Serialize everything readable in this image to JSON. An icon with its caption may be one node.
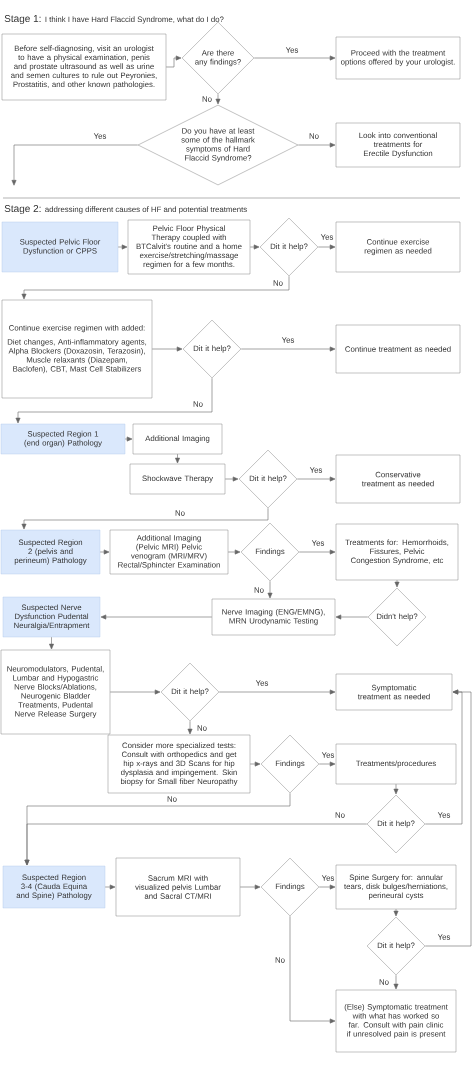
{
  "diagram": {
    "nodes": [
      {
        "text": [
          "Before self-diagnosing, visit an urologist to have a physical examination, penis and prostate ultrasound as well as urine and semen cultures to rule out Peyronies, Prostatitis, and other known pathologies."
        ]
      },
      {
        "text": [
          "Are there any findings?"
        ]
      },
      {
        "text": [
          "Proceed with the treatment options offered by your urologist."
        ]
      },
      {
        "text": [
          "Do you have at least some of the hallmark symptoms of Hard Flaccid Syndrome?"
        ]
      },
      {
        "text": [
          "Look into conventional treatments for Erectile Dysfunction"
        ]
      },
      {
        "text": [
          "Suspected Pelvic Floor Dysfunction or CPPS"
        ]
      },
      {
        "text": [
          "Pelvic Floor Physical Therapy coupled with BTCalvit's routine and a home exercise/stretching/massage regimen for a few months."
        ]
      },
      {
        "text": [
          "Dit it help?"
        ]
      },
      {
        "text": [
          "Continue exercise regimen as needed"
        ]
      },
      {
        "text": [
          "Continue exercise regimen with added:",
          "Diet changes, Anti-inflammatory agents, Alpha Blockers (Doxazosin, Terazosin), Muscle relaxants (Diazepam, Baclofen), CBT, Mast Cell Stabilizers"
        ]
      },
      {
        "text": [
          "Dit it help?"
        ]
      },
      {
        "text": [
          "Continue treatment as needed"
        ]
      },
      {
        "text": [
          "Suspected Region 1 (end organ) Pathology"
        ]
      },
      {
        "text": [
          "Additional Imaging"
        ]
      },
      {
        "text": [
          "Shockwave Therapy"
        ]
      },
      {
        "text": [
          "Dit it help?"
        ]
      },
      {
        "text": [
          "Conservative treatment as needed"
        ]
      },
      {
        "text": [
          "Suspected Region 2 (pelvis and perineum) Pathology"
        ]
      },
      {
        "text": [
          "Additional Imaging (Pelvic MRI) Pelvic venogram (MRI/MRV) Rectal/Sphincter Examination"
        ]
      },
      {
        "text": [
          "Findings"
        ]
      },
      {
        "text": [
          "Treatments for: Hemorrhoids, Fissures, Pelvic Congestion Syndrome, etc"
        ]
      },
      {
        "text": [
          "Didn't help?"
        ]
      },
      {
        "text": [
          "Nerve Imaging (ENG/EMNG), MRN Urodynamic Testing"
        ]
      },
      {
        "text": [
          "Suspected Nerve Dysfunction Pudental Neuralgia/Entrapment"
        ]
      },
      {
        "text": [
          "Neuromodulators, Pudental, Lumbar and Hypogastric Nerve Blocks/Ablations, Neurogenic Bladder Treatments, Pudental Nerve Release Surgery"
        ]
      },
      {
        "text": [
          "Dit it help?"
        ]
      },
      {
        "text": [
          "Symptomatic treatment as needed"
        ]
      },
      {
        "text": [
          "Consider more specialized tests: Consult with orthopedics and get hip x-rays and 3D Scans for hip dysplasia and impingement. Skin biopsy for Small fiber Neuropathy"
        ]
      },
      {
        "text": [
          "Findings"
        ]
      },
      {
        "text": [
          "Treatments/procedures"
        ]
      },
      {
        "text": [
          "Dit it help?"
        ]
      },
      {
        "text": [
          "Suspected Region 3-4 (Cauda Equina and Spine) Pathology"
        ]
      },
      {
        "text": [
          "Sacrum MRI with visualized pelvis Lumbar and Sacral CT/MRI"
        ]
      },
      {
        "text": [
          "Findings"
        ]
      },
      {
        "text": [
          "Spine Surgery for: annular tears, disk bulges/herniations, perineural cysts"
        ]
      },
      {
        "text": [
          "Dit it help?"
        ]
      },
      {
        "text": [
          "(Else) Symptomatic treatment with what has worked so far. Consult with pain clinic if unresolved pain is present"
        ]
      }
    ],
    "edges": [
      {
        "from": 0,
        "to": 1,
        "arrow": "to"
      },
      {
        "from": 1,
        "to": 2,
        "arrow": "to",
        "label": "Yes"
      },
      {
        "from": 1,
        "to": 3,
        "arrow": "to",
        "label": "No"
      },
      {
        "from": 3,
        "to": 4,
        "arrow": "to",
        "label": "No"
      },
      {
        "from": 3,
        "to": null,
        "arrow": "to",
        "label": "Yes"
      },
      {
        "from": 5,
        "to": 6,
        "arrow": "to"
      },
      {
        "from": 6,
        "to": 7,
        "arrow": "to"
      },
      {
        "from": 7,
        "to": 8,
        "arrow": "to",
        "label": "Yes"
      },
      {
        "from": 7,
        "to": 9,
        "arrow": "to",
        "label": "No"
      },
      {
        "from": 9,
        "to": 10,
        "arrow": "to"
      },
      {
        "from": 10,
        "to": 11,
        "arrow": "to",
        "label": "Yes"
      },
      {
        "from": 10,
        "to": 12,
        "arrow": "to",
        "label": "No"
      },
      {
        "from": 12,
        "to": 13,
        "arrow": "to"
      },
      {
        "from": 13,
        "to": 14,
        "arrow": "to"
      },
      {
        "from": 14,
        "to": 15,
        "arrow": "to"
      },
      {
        "from": 15,
        "to": 16,
        "arrow": "to",
        "label": "Yes"
      },
      {
        "from": 15,
        "to": 17,
        "arrow": "to",
        "label": "No"
      },
      {
        "from": 17,
        "to": 18,
        "arrow": "to"
      },
      {
        "from": 18,
        "to": 19,
        "arrow": "to"
      },
      {
        "from": 19,
        "to": 20,
        "arrow": "to",
        "label": "Yes"
      },
      {
        "from": 19,
        "to": 22,
        "arrow": "to",
        "label": "No"
      },
      {
        "from": 20,
        "to": 21,
        "arrow": "to"
      },
      {
        "from": 21,
        "to": 22,
        "arrow": "to"
      },
      {
        "from": 22,
        "to": 23,
        "arrow": "to"
      },
      {
        "from": 23,
        "to": 24,
        "arrow": "to"
      },
      {
        "from": 24,
        "to": 25,
        "arrow": "to"
      },
      {
        "from": 25,
        "to": 26,
        "arrow": "to",
        "label": "Yes"
      },
      {
        "from": 25,
        "to": 27,
        "arrow": "to",
        "label": "No"
      },
      {
        "from": 27,
        "to": 28,
        "arrow": "to"
      },
      {
        "from": 28,
        "to": 29,
        "arrow": "to",
        "label": "Yes"
      },
      {
        "from": 28,
        "to": 31,
        "arrow": "to",
        "label": "No"
      },
      {
        "from": 29,
        "to": 30,
        "arrow": "to"
      },
      {
        "from": 30,
        "to": 31,
        "arrow": "to",
        "label": "No"
      },
      {
        "from": 30,
        "to": 26,
        "arrow": "to",
        "label": "Yes"
      },
      {
        "from": 31,
        "to": 32,
        "arrow": "to"
      },
      {
        "from": 32,
        "to": 33,
        "arrow": "to"
      },
      {
        "from": 33,
        "to": 34,
        "arrow": "to",
        "label": "Yes"
      },
      {
        "from": 33,
        "to": 36,
        "arrow": "to",
        "label": "No"
      },
      {
        "from": 34,
        "to": 35,
        "arrow": "to"
      },
      {
        "from": 35,
        "to": 26,
        "arrow": "to",
        "label": "Yes"
      },
      {
        "from": 35,
        "to": 36,
        "arrow": "to",
        "label": "No"
      }
    ],
    "labels": [
      "Stage 1:",
      "I think I have Hard Flaccid Syndrome, what do I do?",
      "Stage 2:",
      "addressing different causes of HF and potential treatments"
    ]
  }
}
